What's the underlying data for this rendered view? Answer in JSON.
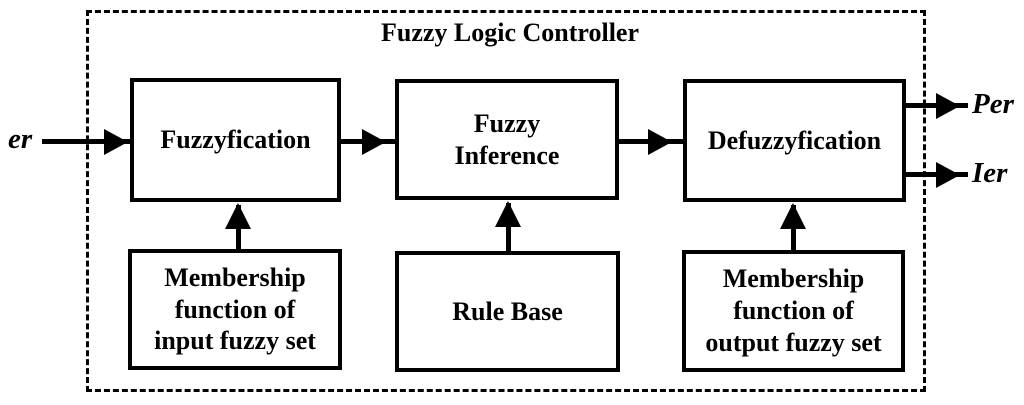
{
  "diagram": {
    "title": "Fuzzy Logic Controller",
    "boundary_style": "dashed",
    "colors": {
      "stroke": "#000000",
      "background": "#ffffff",
      "text": "#000000"
    },
    "inputs": [
      {
        "id": "er",
        "label": "er"
      }
    ],
    "outputs": [
      {
        "id": "per",
        "label": "Per"
      },
      {
        "id": "ier",
        "label": "Ier"
      }
    ],
    "blocks": {
      "fuzzyfication": "Fuzzyfication",
      "fuzzy_inference": "Fuzzy\nInference",
      "defuzzyfication": "Defuzzyfication",
      "membership_input": "Membership\nfunction of\ninput fuzzy set",
      "rule_base": "Rule Base",
      "membership_output": "Membership\nfunction of\noutput fuzzy set"
    }
  }
}
